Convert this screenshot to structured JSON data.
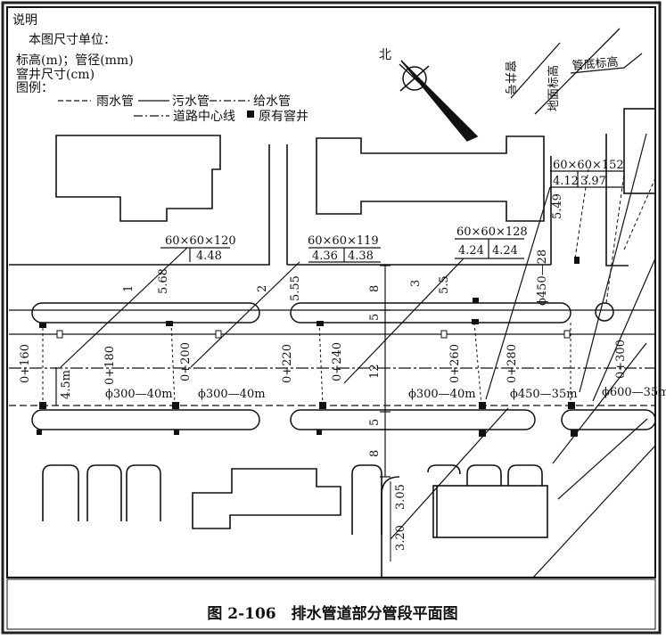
{
  "legend": {
    "title": "说明",
    "unit_heading": "本图尺寸单位：",
    "unit_elev_pipe": "标高(m)；管径(mm)",
    "unit_manhole": "窨井尺寸(cm)",
    "legend_heading": "图例：",
    "rain_pipe": "雨水管",
    "sewage_pipe": "污水管",
    "water_pipe": "给水管",
    "road_centerline": "道路中心线",
    "existing_manhole": "原有窨井"
  },
  "north_label": "北",
  "manhole_label": "窨井号",
  "ground_elev_label": "地面标高",
  "invert_elev_label": "管底标高",
  "manholes": [
    {
      "size": "60×60×120",
      "ground": "",
      "invert": "4.48",
      "num": "1",
      "depth": "5.68"
    },
    {
      "size": "60×60×119",
      "ground": "4.36",
      "invert": "4.38",
      "num": "2",
      "depth": "5.55"
    },
    {
      "size": "60×60×128",
      "ground": "4.24",
      "invert": "4.24",
      "num": "3",
      "depth": "5.5"
    },
    {
      "size": "60×60×152",
      "ground": "4.12",
      "invert": "3.97",
      "num": "",
      "depth": "5.49"
    }
  ],
  "stations": [
    "0+160",
    "0+180",
    "0+200",
    "0+220",
    "0+240",
    "0+260",
    "0+280",
    "0+300"
  ],
  "pipes": [
    "ϕ300—40m",
    "ϕ300—40m",
    "ϕ300—40m",
    "ϕ450—35m",
    "ϕ600—35m"
  ],
  "pipe_vertical": "ϕ450—28",
  "dims": {
    "d8a": "8",
    "d5a": "5",
    "d12": "12",
    "d5b": "5",
    "d8b": "8",
    "d45": "4.5m"
  },
  "bottom_elev": {
    "a": "3.20",
    "b": "3.05"
  },
  "caption": "图 2-106　排水管道部分管段平面图"
}
